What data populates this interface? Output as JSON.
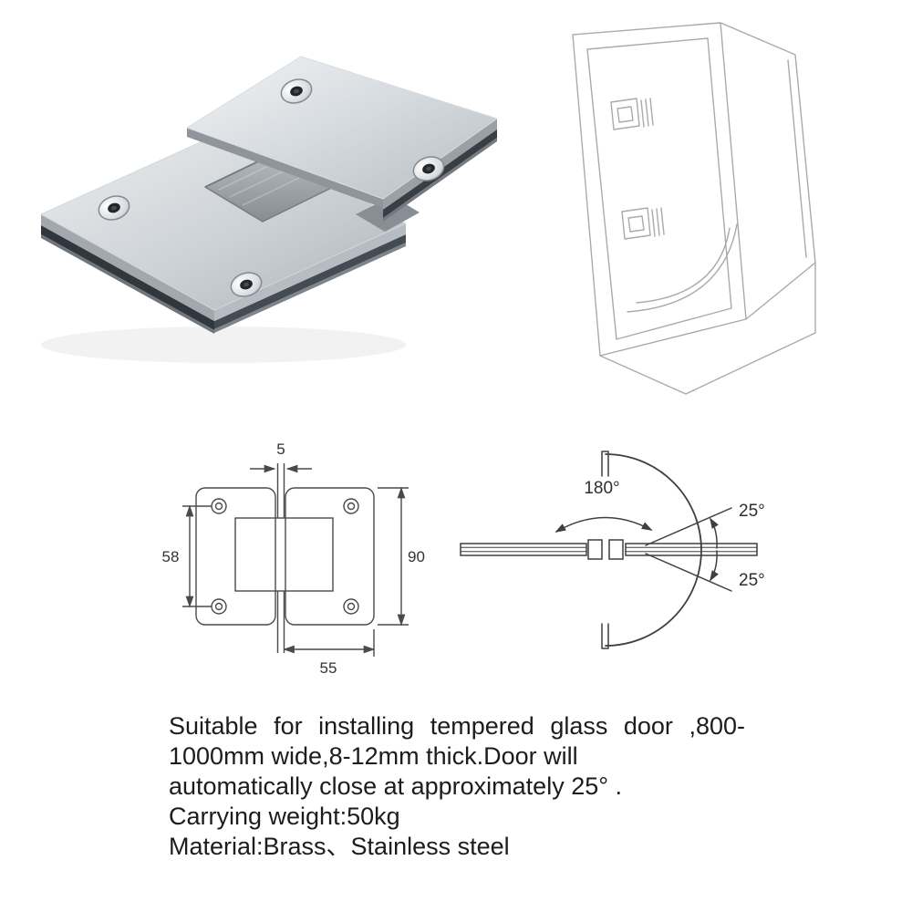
{
  "figures": {
    "photo": "glass-door-hinge-product-photo",
    "installation": "shower-enclosure-installation-drawing"
  },
  "dimensions": {
    "pin_width": "5",
    "hole_spacing": "58",
    "height": "90",
    "plate_width": "55"
  },
  "angles": {
    "open": "180°",
    "close_upper": "25°",
    "close_lower": "25°"
  },
  "description": {
    "line1": "Suitable for installing tempered glass door ,800-",
    "line2": "1000mm wide,8-12mm thick.Door will",
    "line3": "automatically close at approximately 25° .",
    "line4": "Carrying weight:50kg",
    "line5": "Material:Brass、Stainless steel"
  },
  "colors": {
    "metal_light": "#eef0f2",
    "metal_mid": "#c2c7cc",
    "glass_dark": "#343a40",
    "line_dark": "#3f3f3f",
    "line_light": "#a8aaac"
  }
}
